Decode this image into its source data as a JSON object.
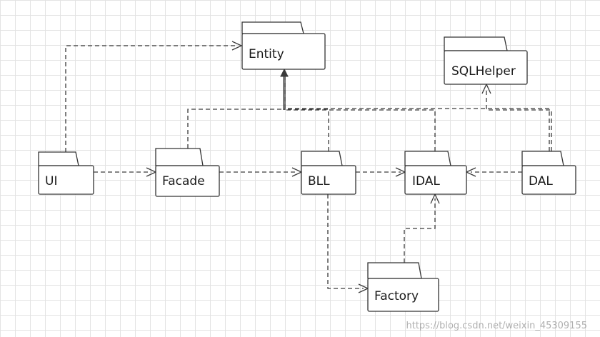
{
  "packages": {
    "entity": "Entity",
    "sqlhelper": "SQLHelper",
    "ui": "UI",
    "facade": "Facade",
    "bll": "BLL",
    "idal": "IDAL",
    "dal": "DAL",
    "factory": "Factory"
  },
  "watermark": "https://blog.csdn.net/weixin_45309155"
}
